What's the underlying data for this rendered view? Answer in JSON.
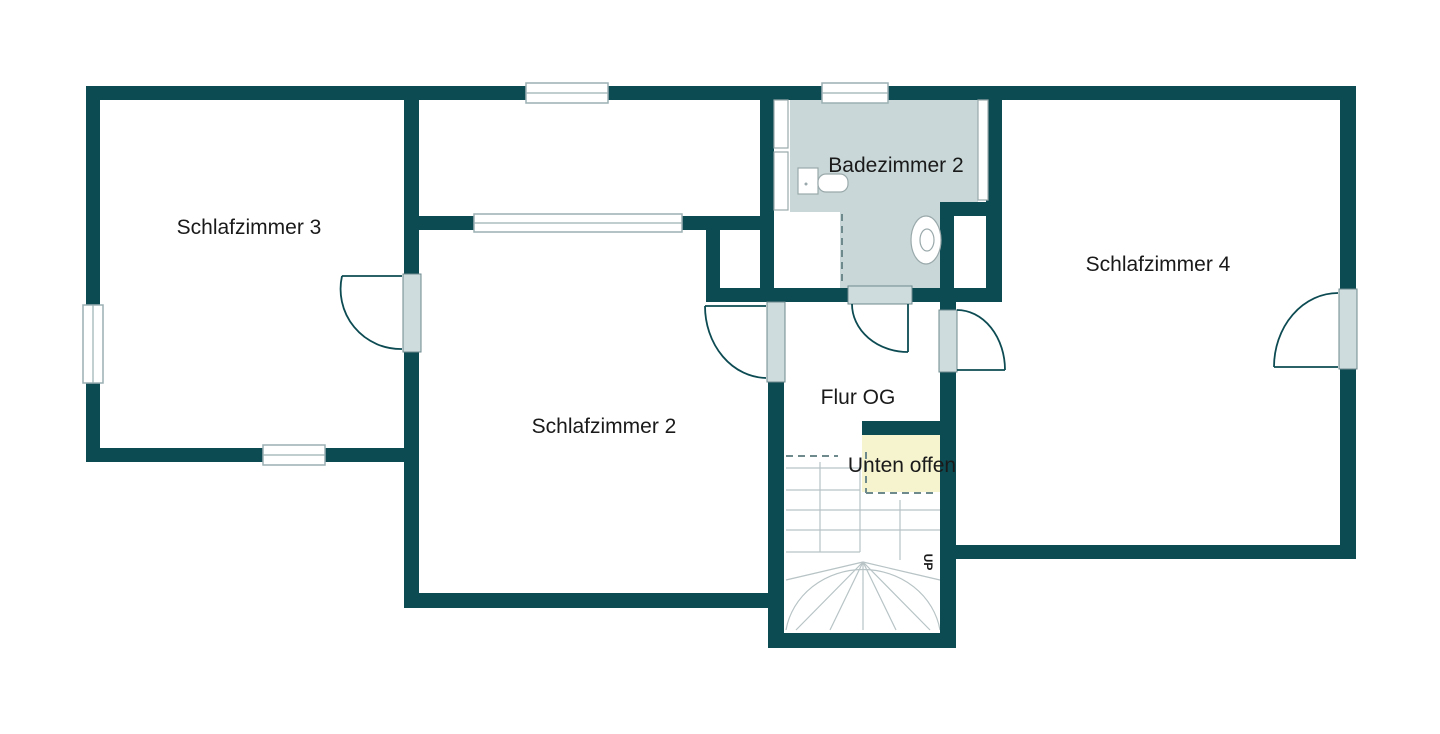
{
  "rooms": {
    "schlafzimmer3": "Schlafzimmer 3",
    "schlafzimmer2": "Schlafzimmer 2",
    "schlafzimmer4": "Schlafzimmer 4",
    "badezimmer2": "Badezimmer 2",
    "flur": "Flur OG",
    "unten_offen": "Unten offen"
  },
  "stairs": {
    "up_label": "UP"
  },
  "colors": {
    "wall": "#0d4b53",
    "bathroom": "#c9d7d8",
    "open_area": "#f6f3cf",
    "door_leaf": "#cfdcdd"
  }
}
